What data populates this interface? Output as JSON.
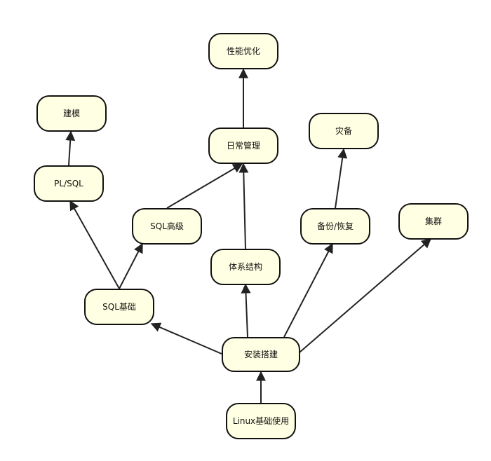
{
  "nodes": {
    "performance": "性能优化",
    "modeling": "建模",
    "daily_mgmt": "日常管理",
    "disaster_recovery": "灾备",
    "plsql": "PL/SQL",
    "sql_advanced": "SQL高级",
    "backup_restore": "备份/恢复",
    "cluster": "集群",
    "architecture": "体系结构",
    "sql_basics": "SQL基础",
    "install": "安装搭建",
    "linux_basics": "Linux基础使用"
  },
  "colors": {
    "node_fill": "#ffffe3",
    "stroke": "#111111",
    "edge": "#222222"
  }
}
